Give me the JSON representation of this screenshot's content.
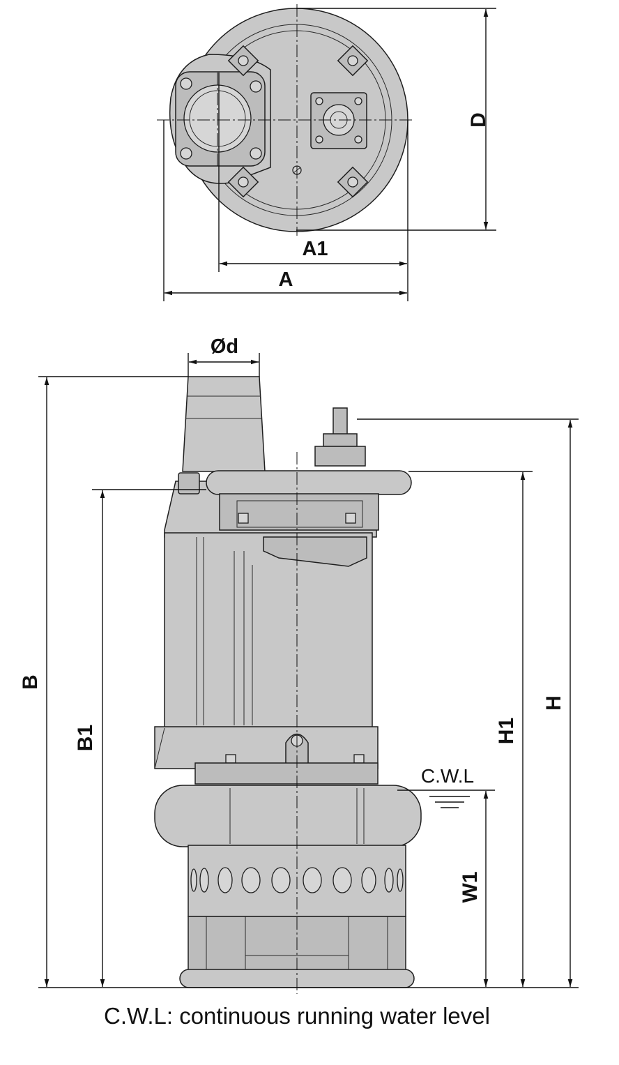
{
  "labels": {
    "D": "D",
    "A1": "A1",
    "A": "A",
    "d": "Ød",
    "B": "B",
    "B1": "B1",
    "H1": "H1",
    "H": "H",
    "W1": "W1",
    "CWL": "C.W.L"
  },
  "caption": "C.W.L: continuous running water level",
  "colors": {
    "body": "#c8c8c8",
    "line": "#1e1e1e"
  }
}
